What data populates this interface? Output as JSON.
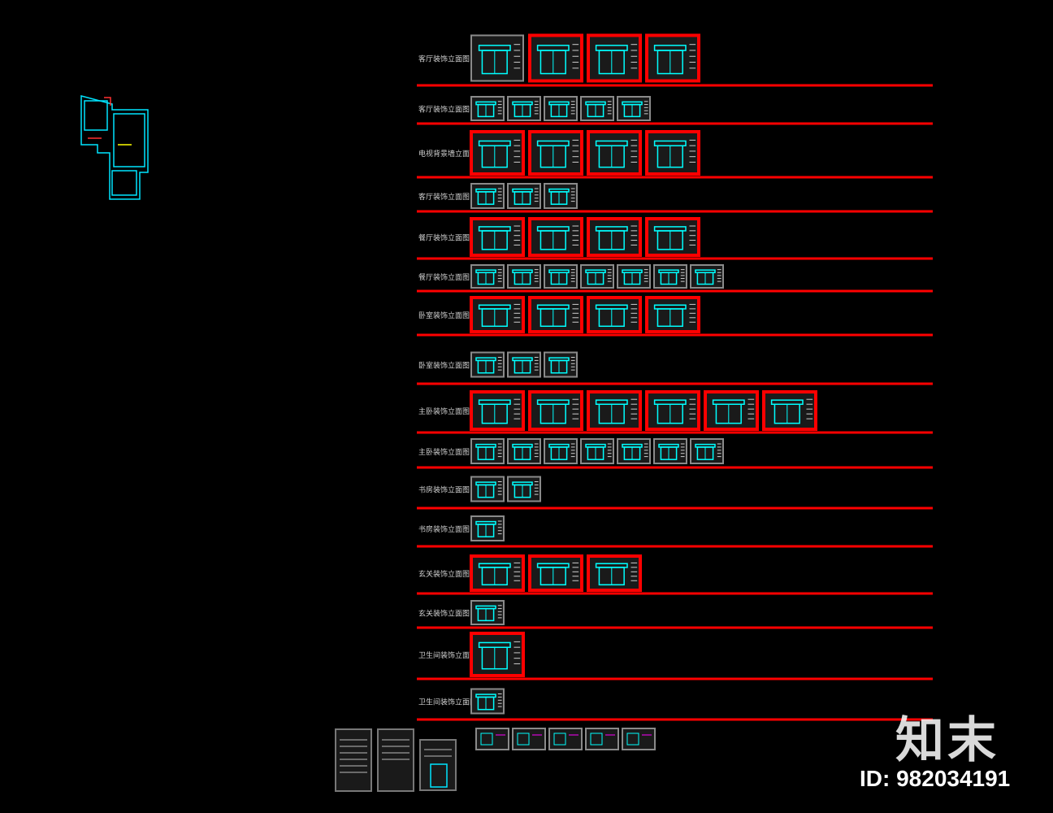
{
  "brand_watermark": "知末",
  "id_label": "ID: 982034191",
  "colors": {
    "frame": "#ff0000",
    "thumb_bg": "#1a1a1a",
    "line": "#00ffff",
    "grey": "#8a8a8a"
  },
  "rows": [
    {
      "label": "客厅装饰立面图",
      "thumbs": [
        "grey",
        "red",
        "red",
        "red"
      ]
    },
    {
      "label": "客厅装饰立面图",
      "thumbs": [
        "grey",
        "grey",
        "grey",
        "grey",
        "grey"
      ]
    },
    {
      "label": "电视背景墙立面图",
      "thumbs": [
        "red",
        "red",
        "red",
        "red"
      ]
    },
    {
      "label": "客厅装饰立面图",
      "thumbs": [
        "grey",
        "grey",
        "grey"
      ]
    },
    {
      "label": "餐厅装饰立面图",
      "thumbs": [
        "red",
        "red",
        "red",
        "red"
      ]
    },
    {
      "label": "餐厅装饰立面图",
      "thumbs": [
        "grey",
        "grey",
        "grey",
        "grey",
        "grey",
        "grey",
        "grey"
      ]
    },
    {
      "label": "卧室装饰立面图",
      "thumbs": [
        "red",
        "red",
        "red",
        "red"
      ]
    },
    {
      "label": "卧室装饰立面图",
      "thumbs": [
        "grey",
        "grey",
        "grey"
      ]
    },
    {
      "label": "主卧装饰立面图",
      "thumbs": [
        "red",
        "red",
        "red",
        "red",
        "red",
        "red"
      ]
    },
    {
      "label": "主卧装饰立面图",
      "thumbs": [
        "grey",
        "grey",
        "grey",
        "grey",
        "grey",
        "grey",
        "grey"
      ]
    },
    {
      "label": "书房装饰立面图",
      "thumbs": [
        "grey",
        "grey"
      ]
    },
    {
      "label": "书房装饰立面图",
      "thumbs": [
        "grey"
      ]
    },
    {
      "label": "玄关装饰立面图",
      "thumbs": [
        "red",
        "red",
        "red"
      ]
    },
    {
      "label": "玄关装饰立面图",
      "thumbs": [
        "grey"
      ]
    },
    {
      "label": "卫生间装饰立面图",
      "thumbs": [
        "red"
      ]
    },
    {
      "label": "卫生间装饰立面图",
      "thumbs": [
        "grey"
      ]
    }
  ]
}
